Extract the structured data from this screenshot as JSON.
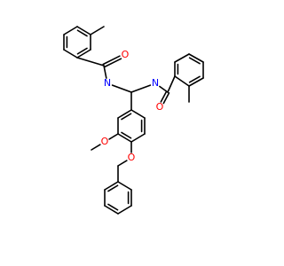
{
  "diagram": {
    "type": "chemical-structure",
    "atoms": [
      {
        "id": "a1",
        "element": "C"
      },
      {
        "id": "a2",
        "element": "C"
      },
      {
        "id": "a3",
        "element": "C"
      },
      {
        "id": "a4",
        "element": "C"
      },
      {
        "id": "a5",
        "element": "C"
      },
      {
        "id": "a6",
        "element": "C"
      },
      {
        "id": "a7",
        "element": "C"
      },
      {
        "id": "a8",
        "element": "C"
      },
      {
        "id": "a9",
        "element": "O",
        "label": "O"
      },
      {
        "id": "a10",
        "element": "N",
        "label": "N"
      },
      {
        "id": "a11",
        "element": "C"
      },
      {
        "id": "a12",
        "element": "N",
        "label": "N"
      },
      {
        "id": "a13",
        "element": "C"
      },
      {
        "id": "a14",
        "element": "O",
        "label": "O"
      },
      {
        "id": "a15",
        "element": "C"
      },
      {
        "id": "a16",
        "element": "C"
      },
      {
        "id": "a17",
        "element": "C"
      },
      {
        "id": "a18",
        "element": "C"
      },
      {
        "id": "a19",
        "element": "C"
      },
      {
        "id": "a20",
        "element": "C"
      },
      {
        "id": "a21",
        "element": "C"
      },
      {
        "id": "a22",
        "element": "C"
      },
      {
        "id": "a23",
        "element": "C"
      },
      {
        "id": "a24",
        "element": "C"
      },
      {
        "id": "a25",
        "element": "C"
      },
      {
        "id": "a26",
        "element": "C"
      },
      {
        "id": "a27",
        "element": "C"
      },
      {
        "id": "a28",
        "element": "O",
        "label": "O"
      },
      {
        "id": "a29",
        "element": "C"
      },
      {
        "id": "a30",
        "element": "O",
        "label": "O"
      },
      {
        "id": "a31",
        "element": "C"
      },
      {
        "id": "a32",
        "element": "C"
      },
      {
        "id": "a33",
        "element": "C"
      },
      {
        "id": "a34",
        "element": "C"
      },
      {
        "id": "a35",
        "element": "C"
      },
      {
        "id": "a36",
        "element": "C"
      },
      {
        "id": "a37",
        "element": "C"
      }
    ],
    "bonds": [
      {
        "from": "a1",
        "to": "a2",
        "order": 2
      },
      {
        "from": "a2",
        "to": "a3",
        "order": 1
      },
      {
        "from": "a3",
        "to": "a4",
        "order": 2
      },
      {
        "from": "a4",
        "to": "a5",
        "order": 1
      },
      {
        "from": "a5",
        "to": "a6",
        "order": 2
      },
      {
        "from": "a6",
        "to": "a1",
        "order": 1
      },
      {
        "from": "a1",
        "to": "a7",
        "order": 1
      },
      {
        "from": "a5",
        "to": "a8",
        "order": 1
      },
      {
        "from": "a8",
        "to": "a9",
        "order": 2
      },
      {
        "from": "a8",
        "to": "a10",
        "order": 1
      },
      {
        "from": "a10",
        "to": "a11",
        "order": 1
      },
      {
        "from": "a11",
        "to": "a12",
        "order": 1
      },
      {
        "from": "a12",
        "to": "a13",
        "order": 1
      },
      {
        "from": "a13",
        "to": "a14",
        "order": 2
      },
      {
        "from": "a13",
        "to": "a15",
        "order": 1
      },
      {
        "from": "a15",
        "to": "a16",
        "order": 2
      },
      {
        "from": "a16",
        "to": "a17",
        "order": 1
      },
      {
        "from": "a17",
        "to": "a18",
        "order": 2
      },
      {
        "from": "a18",
        "to": "a19",
        "order": 1
      },
      {
        "from": "a19",
        "to": "a20",
        "order": 2
      },
      {
        "from": "a20",
        "to": "a15",
        "order": 1
      },
      {
        "from": "a20",
        "to": "a21",
        "order": 1
      },
      {
        "from": "a11",
        "to": "a22",
        "order": 1
      },
      {
        "from": "a22",
        "to": "a23",
        "order": 2
      },
      {
        "from": "a23",
        "to": "a24",
        "order": 1
      },
      {
        "from": "a24",
        "to": "a25",
        "order": 2
      },
      {
        "from": "a25",
        "to": "a26",
        "order": 1
      },
      {
        "from": "a26",
        "to": "a27",
        "order": 2
      },
      {
        "from": "a27",
        "to": "a22",
        "order": 1
      },
      {
        "from": "a24",
        "to": "a28",
        "order": 1
      },
      {
        "from": "a28",
        "to": "a29",
        "order": 1
      },
      {
        "from": "a25",
        "to": "a30",
        "order": 1
      },
      {
        "from": "a30",
        "to": "a31",
        "order": 1
      },
      {
        "from": "a31",
        "to": "a32",
        "order": 1
      },
      {
        "from": "a32",
        "to": "a33",
        "order": 2
      },
      {
        "from": "a33",
        "to": "a34",
        "order": 1
      },
      {
        "from": "a34",
        "to": "a35",
        "order": 2
      },
      {
        "from": "a35",
        "to": "a36",
        "order": 1
      },
      {
        "from": "a36",
        "to": "a37",
        "order": 2
      },
      {
        "from": "a37",
        "to": "a32",
        "order": 1
      }
    ],
    "colors": {
      "bond": "#000000",
      "carbon": "#000000",
      "nitrogen": "#0000ff",
      "oxygen": "#ff0000",
      "background": "#ffffff"
    }
  }
}
